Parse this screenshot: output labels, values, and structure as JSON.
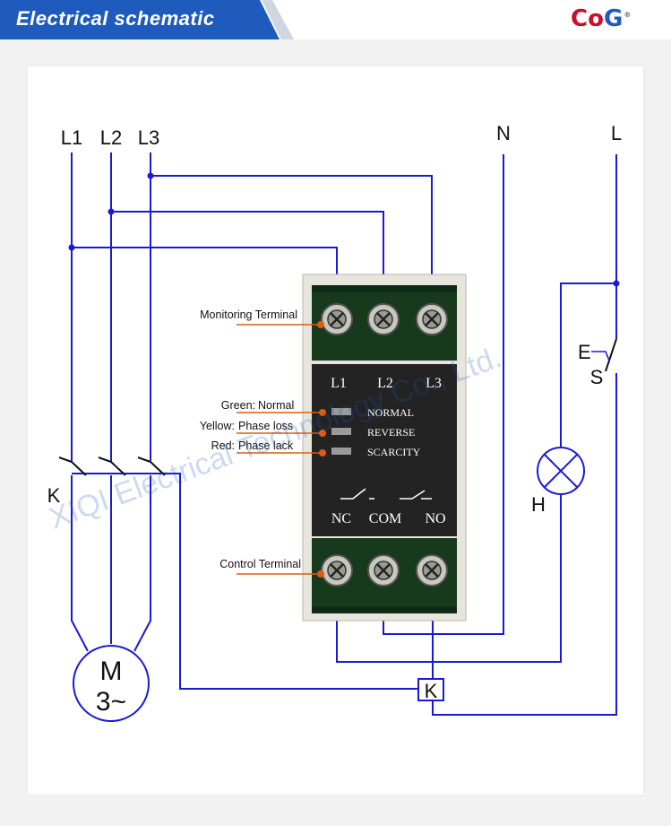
{
  "header": {
    "title": "Electrical schematic",
    "logo": {
      "c": "C",
      "o": "o",
      "g": "G",
      "reg": "®"
    }
  },
  "colors": {
    "wire": "#1a1ad6",
    "brand": "#1e5bbd",
    "callout": "#e05a10",
    "device": "#222222"
  },
  "lines": {
    "l1": "L1",
    "l2": "L2",
    "l3": "L3",
    "n": "N",
    "l": "L"
  },
  "device": {
    "top_terminals": [
      "L1",
      "L2",
      "L3"
    ],
    "indicators": [
      "NORMAL",
      "REVERSE",
      "SCARCITY"
    ],
    "bottom_terminals": [
      "NC",
      "COM",
      "NO"
    ]
  },
  "callouts": {
    "monitoring": "Monitoring Terminal",
    "green_key": "Green:",
    "green_val": "Normal",
    "yellow_key": "Yellow:",
    "yellow_val": "Phase loss",
    "red_key": "Red:",
    "red_val": "Phase lack",
    "control": "Control Terminal"
  },
  "components": {
    "contactor_label": "K",
    "coil_label": "K",
    "motor_top": "M",
    "motor_bottom": "3~",
    "lamp_label": "H",
    "switch_label": "S",
    "switch_symbol": "E"
  },
  "watermark": {
    "text": "XIQI Electrical Technology Co., Ltd."
  }
}
